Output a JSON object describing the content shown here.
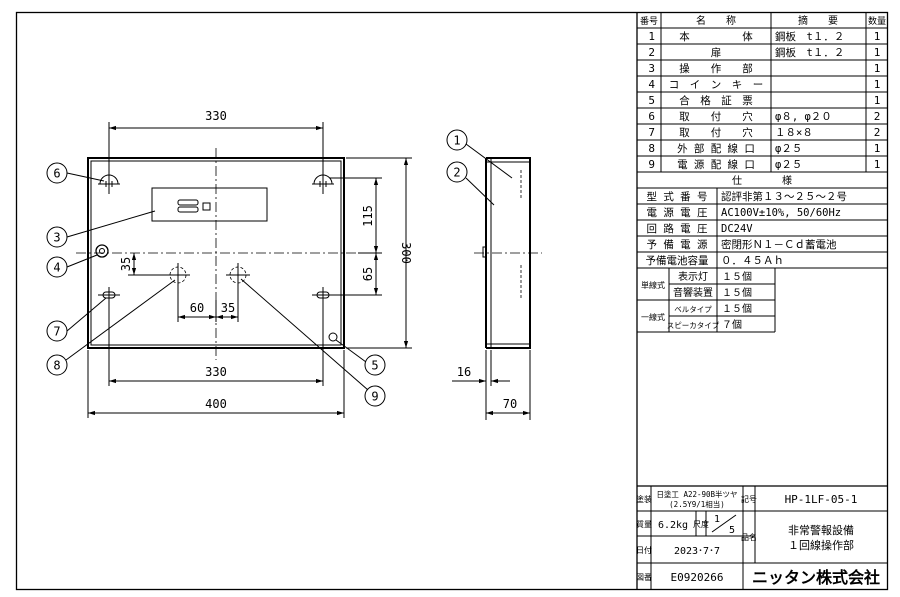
{
  "parts_table": {
    "header": {
      "no": "番号",
      "name": "名　　称",
      "summary": "摘　　要",
      "qty": "数量"
    },
    "rows": [
      {
        "no": "1",
        "name": "本　　　　　体",
        "summary": "鋼板　t１．２",
        "qty": "1"
      },
      {
        "no": "2",
        "name": "扉",
        "summary": "鋼板　t１．２",
        "qty": "1"
      },
      {
        "no": "3",
        "name": "操　　作　　部",
        "summary": "",
        "qty": "1"
      },
      {
        "no": "4",
        "name": "コ　イ　ン　キ　ー",
        "summary": "",
        "qty": "1"
      },
      {
        "no": "5",
        "name": "合　格　証　票",
        "summary": "",
        "qty": "1"
      },
      {
        "no": "6",
        "name": "取　　付　　穴",
        "summary": "φ８, φ２０",
        "qty": "2"
      },
      {
        "no": "7",
        "name": "取　　付　　穴",
        "summary": "１８×８",
        "qty": "2"
      },
      {
        "no": "8",
        "name": "外 部 配 線 口",
        "summary": "φ２５",
        "qty": "1"
      },
      {
        "no": "9",
        "name": "電 源 配 線 口",
        "summary": "φ２５",
        "qty": "1"
      }
    ]
  },
  "spec_table": {
    "header": "仕　　　　様",
    "rows": [
      {
        "label": "型 式 番 号",
        "value": "認評非第１３～２５～２号"
      },
      {
        "label": "電 源 電 圧",
        "value": "AC100V±10%, 50/60Hz"
      },
      {
        "label": "回 路 電 圧",
        "value": "DC24V"
      },
      {
        "label": "予 備 電 源",
        "value": "密閉形Ｎ１－Ｃｄ蓄電池"
      },
      {
        "label": "予備電池容量",
        "value": "０．４５Ａｈ"
      }
    ],
    "group1": {
      "label": "単線式",
      "rows": [
        {
          "label": "表示灯",
          "value": "１５個"
        },
        {
          "label": "音響装置",
          "value": "１５個"
        }
      ]
    },
    "group2": {
      "label": "一線式",
      "rows": [
        {
          "label": "ベルタイプ",
          "value": "１５個"
        },
        {
          "label": "スピーカタイプ",
          "value": "７個"
        }
      ]
    }
  },
  "title_block": {
    "paint_label": "塗装",
    "paint_value_1": "日塗工 A22-90B半ツヤ",
    "paint_value_2": "(2.5Y9/1相当)",
    "symbol_label": "記号",
    "symbol_value": "HP-1LF-05-1",
    "mass_label": "質量",
    "mass_value": "6.2kg",
    "scale_label": "尺度",
    "scale_num": "1",
    "scale_den": "5",
    "name_label": "品名",
    "name_value_1": "非常警報設備",
    "name_value_2": "１回線操作部",
    "date_label": "日付",
    "date_value": "2023･7･7",
    "drawing_no_label": "図番",
    "drawing_no_value": "E0920266",
    "company": "ニッタン株式会社"
  },
  "dimensions": {
    "top_330": "330",
    "bottom_330": "330",
    "width_400": "400",
    "height_300": "300",
    "right_115": "115",
    "right_65": "65",
    "left_35": "35",
    "bottom_60": "60",
    "bottom_35": "35",
    "side_16": "16",
    "side_70": "70"
  },
  "callouts": [
    "1",
    "2",
    "3",
    "4",
    "5",
    "6",
    "7",
    "8",
    "9"
  ]
}
